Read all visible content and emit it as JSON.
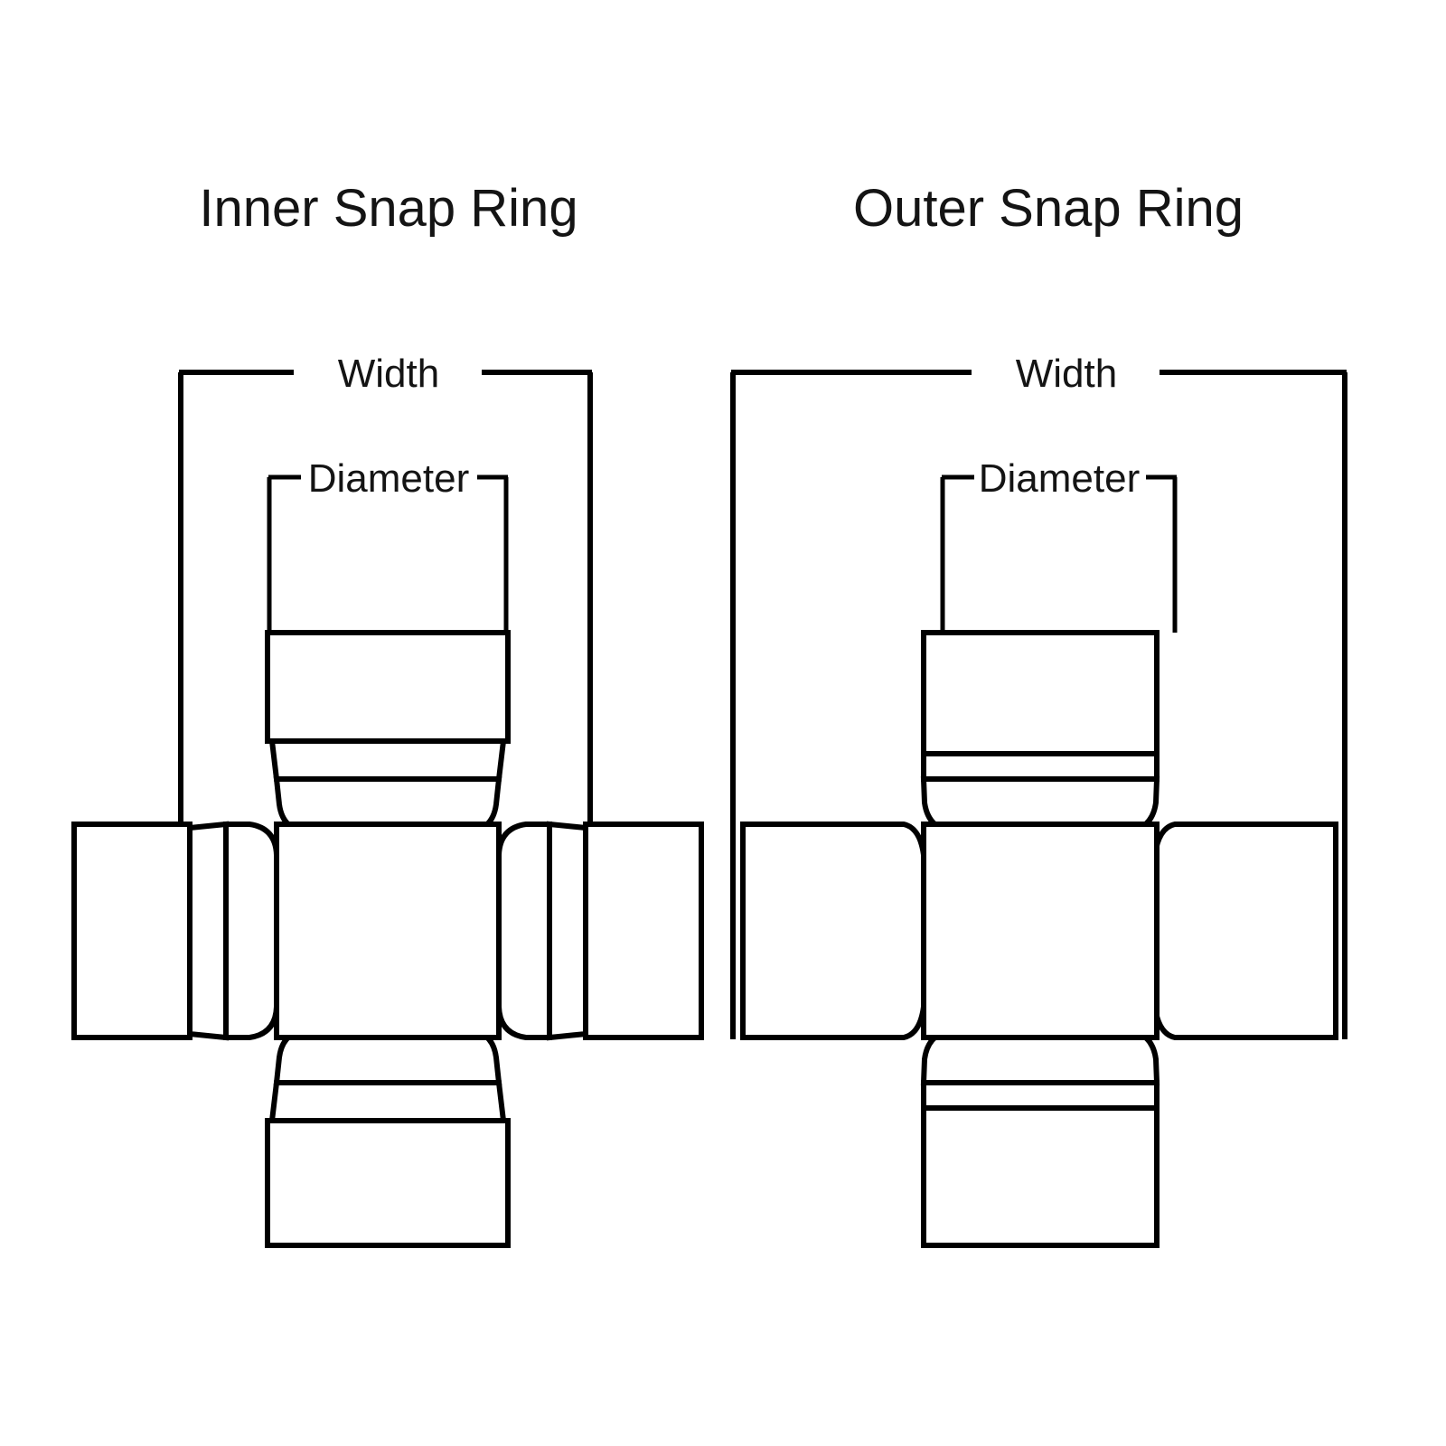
{
  "figure": {
    "background_color": "#ffffff",
    "line_color": "#000000",
    "text_color": "#141414",
    "type": "technical-line-drawing",
    "subject": "universal joint cross / u-joint bearing cap snap ring styles"
  },
  "panels": [
    {
      "id": "inner-snap-ring",
      "title": "Inner Snap Ring",
      "dimensions": {
        "width_label": "Width",
        "diameter_label": "Diameter"
      }
    },
    {
      "id": "outer-snap-ring",
      "title": "Outer Snap Ring",
      "dimensions": {
        "width_label": "Width",
        "diameter_label": "Diameter"
      }
    }
  ],
  "icons": {
    "cross_body": "u-joint-cross-icon",
    "bearing_cap": "bearing-cap-icon",
    "snap_ring": "snap-ring-icon",
    "dimension_bracket": "dimension-bracket-icon"
  }
}
